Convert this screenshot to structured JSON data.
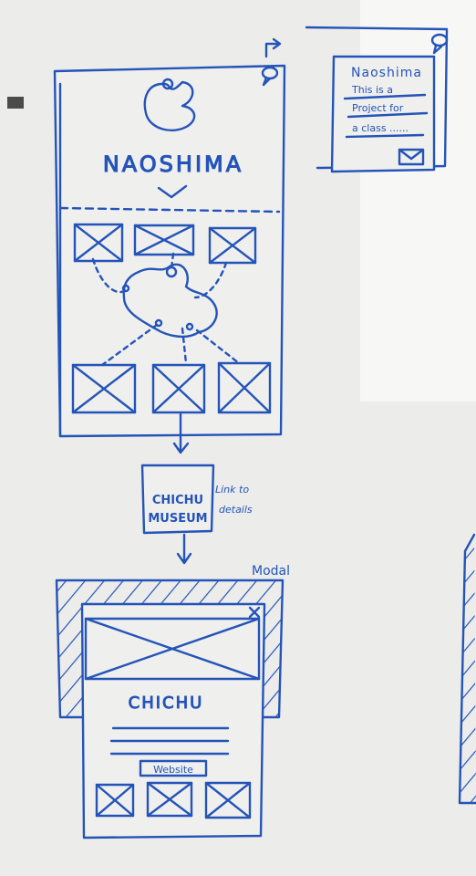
{
  "colors": {
    "board": "#ececea",
    "marker": "#2454b8",
    "wall_shadow": "#fafaf8"
  },
  "main_sketch": {
    "title": "NAOSHIMA"
  },
  "about_card": {
    "title": "Naoshima",
    "lines": [
      "This is a",
      "Project for",
      "a class ......"
    ]
  },
  "link_card": {
    "title_lines": [
      "CHICHU",
      "MUSEUM"
    ],
    "note_lines": [
      "Link to",
      "details"
    ]
  },
  "modal": {
    "label": "Modal",
    "title": "CHICHU",
    "button": "Website"
  },
  "icons": [
    "logo-icon",
    "chevron-down-icon",
    "speech-bubble-icon",
    "share-icon",
    "mail-icon",
    "close-icon",
    "map-icon"
  ]
}
